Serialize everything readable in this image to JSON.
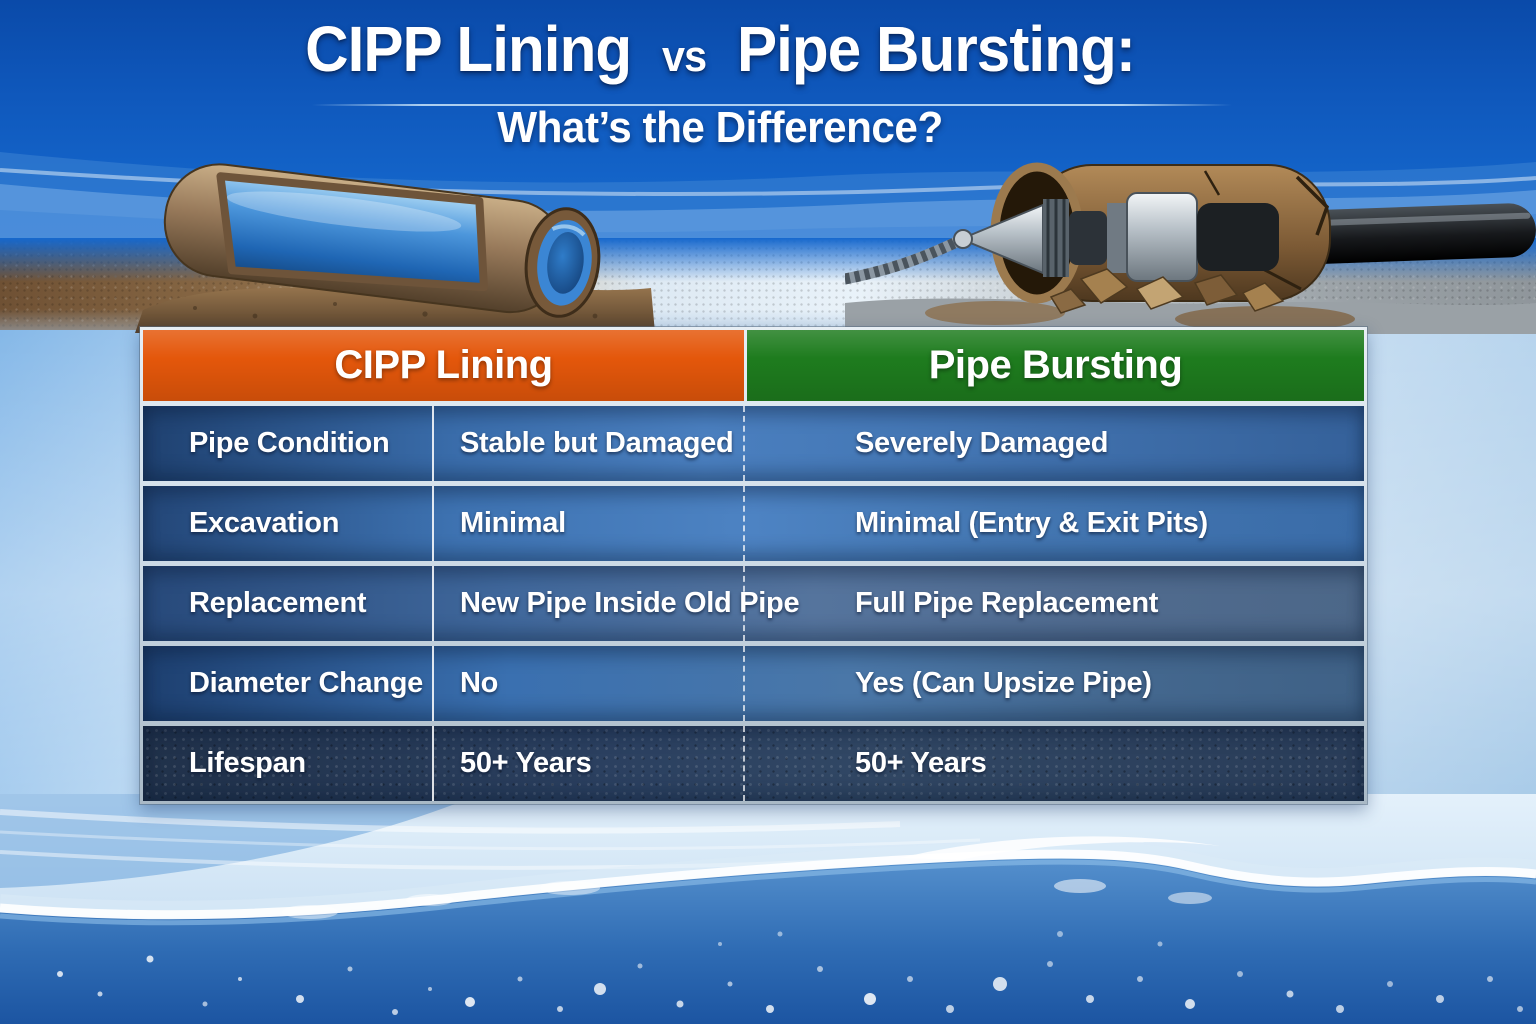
{
  "title": {
    "main_left": "CIPP Lining",
    "main_vs": "vs",
    "main_right": "Pipe Bursting:",
    "subtitle": "What’s the Difference?"
  },
  "comparison_table": {
    "column_headers": [
      {
        "label": "CIPP Lining",
        "color": "#e4570b"
      },
      {
        "label": "Pipe Bursting",
        "color": "#1e7c1e"
      }
    ],
    "rows": [
      {
        "label": "Pipe Condition",
        "cipp_lining": "Stable but Damaged",
        "pipe_bursting": "Severely Damaged"
      },
      {
        "label": "Excavation",
        "cipp_lining": "Minimal",
        "pipe_bursting": "Minimal (Entry & Exit Pits)"
      },
      {
        "label": "Replacement",
        "cipp_lining": "New Pipe Inside Old Pipe",
        "pipe_bursting": "Full Pipe Replacement"
      },
      {
        "label": "Diameter Change",
        "cipp_lining": "No",
        "pipe_bursting": "Yes (Can Upsize Pipe)"
      },
      {
        "label": "Lifespan",
        "cipp_lining": "50+ Years",
        "pipe_bursting": "50+ Years"
      }
    ]
  },
  "illustrations": {
    "left": "CIPP lined pipe cutaway (blue liner inside old damaged pipe)",
    "right": "Pipe bursting head pulling new black pipe through cracked old pipe"
  },
  "colors": {
    "header_orange": "#e4570b",
    "header_green": "#1e7c1e",
    "row_blue": "#3a6dac",
    "table_border_silver": "#c2cdd8",
    "background_blue": "#1160c4"
  }
}
